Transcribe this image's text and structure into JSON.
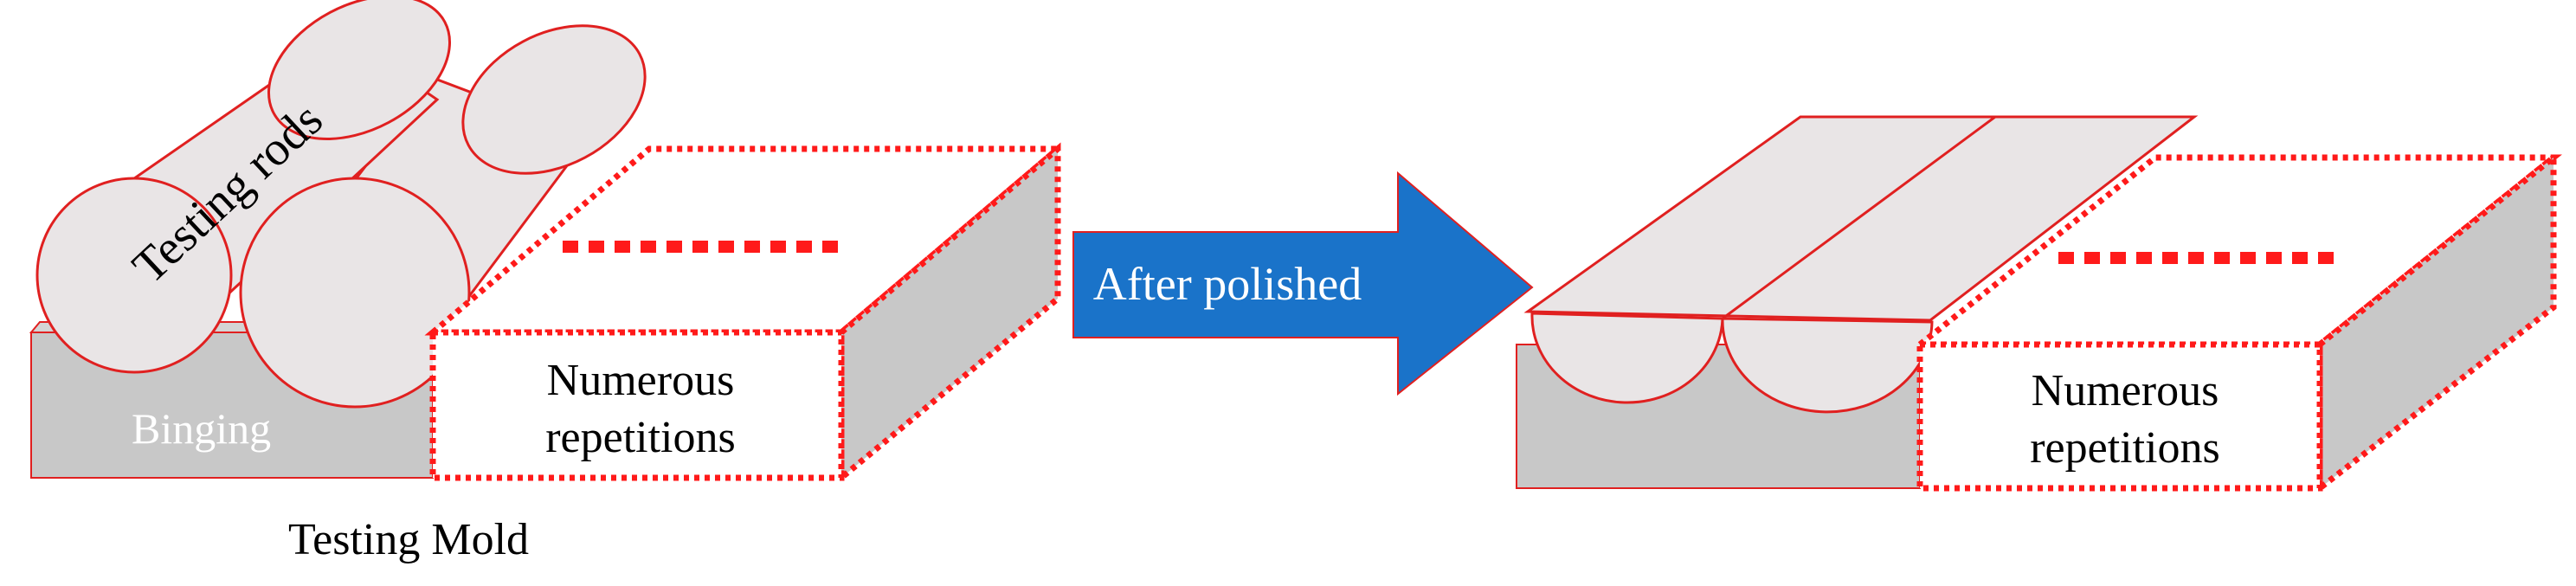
{
  "left_panel": {
    "rods_label": "Testing rods",
    "binder_label": "Binging",
    "repetitions_line1": "Numerous",
    "repetitions_line2": "repetitions",
    "caption": "Testing Mold"
  },
  "arrow": {
    "label": "After polished"
  },
  "right_panel": {
    "repetitions_line1": "Numerous",
    "repetitions_line2": "repetitions"
  },
  "colors": {
    "outline_red": "#e02020",
    "dotted_red": "#ff1a1a",
    "block_gray": "#c8c8c8",
    "rod_fill": "#e9e5e6",
    "arrow_blue": "#1a73c9",
    "text_black": "#000000",
    "text_white": "#ffffff"
  }
}
